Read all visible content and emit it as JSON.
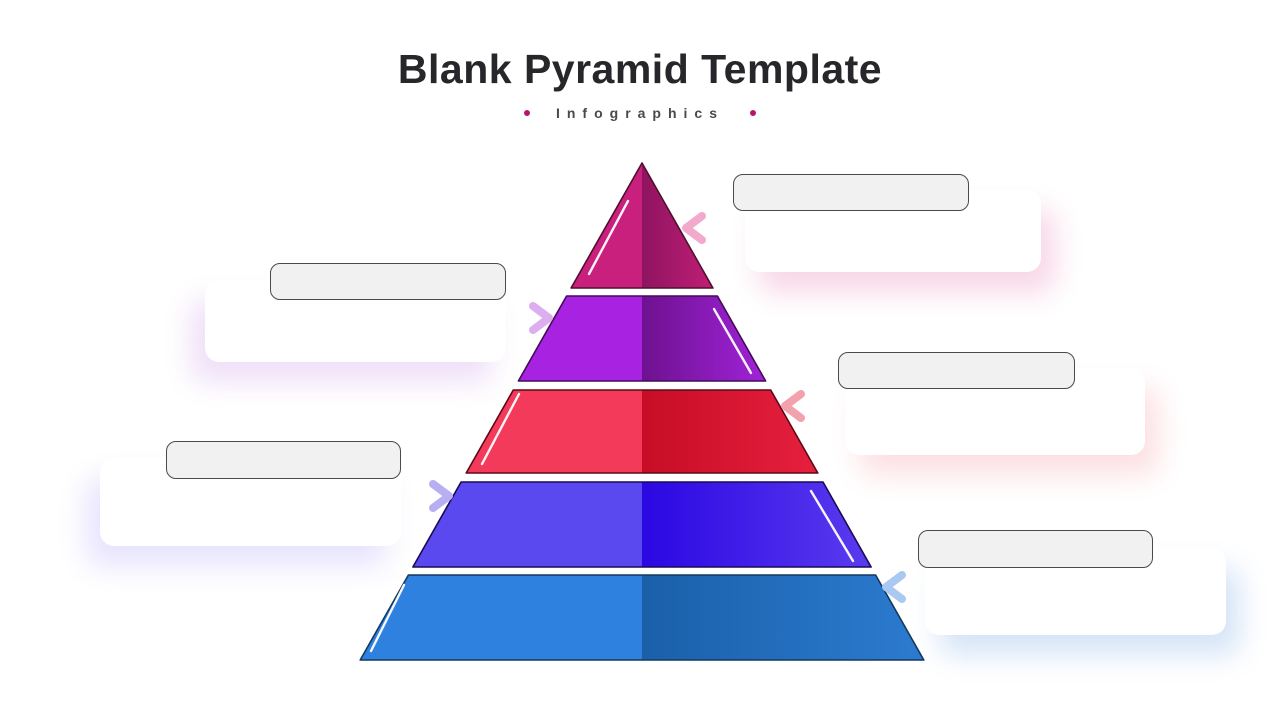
{
  "page": {
    "background_color": "#FFFFFF"
  },
  "header": {
    "title": "Blank Pyramid Template",
    "title_color": "#26262B",
    "subtitle": "Infographics",
    "subtitle_color": "#4A4A4A",
    "bullet_color": "#B5176B"
  },
  "pyramid": {
    "highlight_color": "#FFFFFF",
    "levels": [
      {
        "id": "level-1",
        "left_color": "#C9207D",
        "right_gradient_start": "#8E1460",
        "right_gradient_end": "#C11E75",
        "outline_color": "#4F102F"
      },
      {
        "id": "level-2",
        "left_color": "#A822E2",
        "right_gradient_start": "#6E1190",
        "right_gradient_end": "#A023D8",
        "outline_color": "#430C56"
      },
      {
        "id": "level-3",
        "left_color": "#F43A5B",
        "right_gradient_start": "#C70D26",
        "right_gradient_end": "#E6203E",
        "outline_color": "#5C0917"
      },
      {
        "id": "level-4",
        "left_color": "#5A49EF",
        "right_gradient_start": "#2B07E2",
        "right_gradient_end": "#5B3BEF",
        "outline_color": "#1A0A58"
      },
      {
        "id": "level-5",
        "left_color": "#2E81DF",
        "right_gradient_start": "#1A60A9",
        "right_gradient_end": "#2C7BD0",
        "outline_color": "#12395F"
      }
    ]
  },
  "callouts": [
    {
      "side": "right",
      "label": "",
      "arrow_icon": "chevron-left",
      "arrow_color": "#F2A9CC",
      "shadow_color": "rgba(216,27,120,0.18)"
    },
    {
      "side": "left",
      "label": "",
      "arrow_icon": "chevron-right",
      "arrow_color": "#DCAEF0",
      "shadow_color": "rgba(150,40,210,0.15)"
    },
    {
      "side": "right",
      "label": "",
      "arrow_icon": "chevron-left",
      "arrow_color": "#F2A2AD",
      "shadow_color": "rgba(235,50,70,0.15)"
    },
    {
      "side": "left",
      "label": "",
      "arrow_icon": "chevron-right",
      "arrow_color": "#B7AFF2",
      "shadow_color": "rgba(95,75,240,0.15)"
    },
    {
      "side": "right",
      "label": "",
      "arrow_icon": "chevron-left",
      "arrow_color": "#A9C8F2",
      "shadow_color": "rgba(45,120,215,0.20)"
    }
  ]
}
